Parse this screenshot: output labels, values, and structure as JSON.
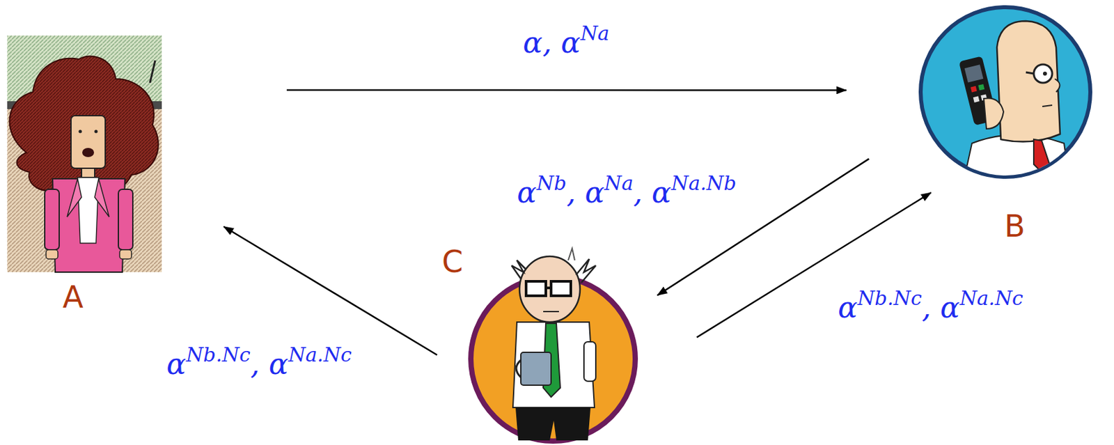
{
  "diagram": {
    "nodes": [
      {
        "text": [
          "A"
        ]
      },
      {
        "text": [
          "B"
        ]
      },
      {
        "text": [
          "C"
        ]
      }
    ],
    "edges": [
      {
        "from": 0,
        "to": 1,
        "arrow": "to",
        "label": "α, αNa"
      },
      {
        "from": 1,
        "to": 2,
        "arrow": "to",
        "label": "αNb, αNa, αNa.Nb"
      },
      {
        "from": 2,
        "to": 1,
        "arrow": "to",
        "label": "αNb.Nc, αNa.Nc"
      },
      {
        "from": 2,
        "to": 0,
        "arrow": "to",
        "label": "αNb.Nc, αNa.Nc"
      }
    ]
  }
}
